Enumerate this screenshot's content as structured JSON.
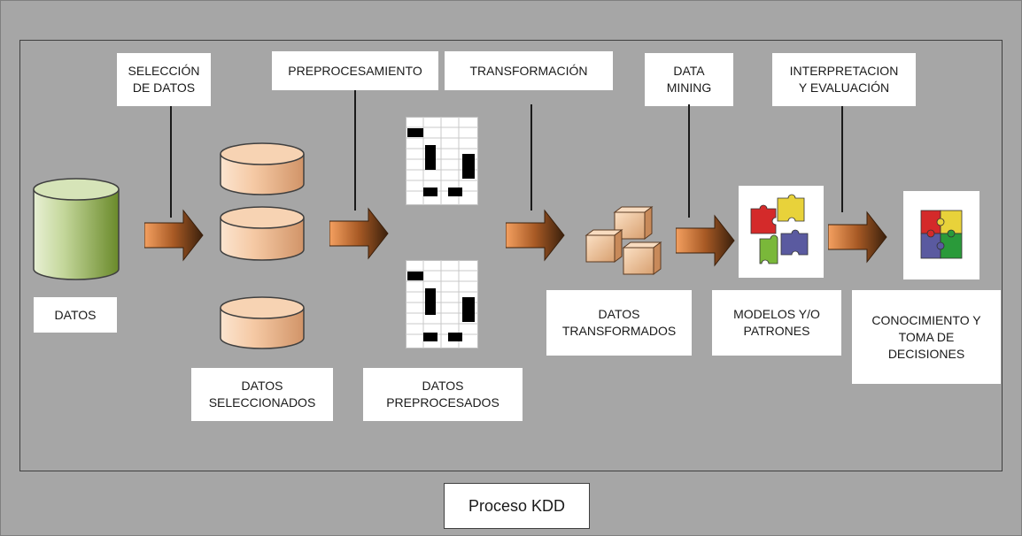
{
  "title": "Proceso KDD",
  "steps": {
    "seleccion": "SELECCIÓN\nDE DATOS",
    "preprocesamiento": "PREPROCESAMIENTO",
    "transformacion": "TRANSFORMACIÓN",
    "data_mining": "DATA\nMINING",
    "interpretacion": "INTERPRETACION\nY EVALUACIÓN"
  },
  "nodes": {
    "datos": "DATOS",
    "datos_seleccionados": "DATOS\nSELECCIONADOS",
    "datos_preprocesados": "DATOS\nPREPROCESADOS",
    "datos_transformados": "DATOS\nTRANSFORMADOS",
    "modelos": "MODELOS Y/O\nPATRONES",
    "conocimiento": "CONOCIMIENTO Y\nTOMA DE\nDECISIONES"
  },
  "colors": {
    "arrow_start": "#f08a3c",
    "arrow_end": "#4a2a10",
    "cylinder_green": "#9bbb59",
    "cylinder_peach": "#f5c9a4",
    "cube": "#f2c69d"
  }
}
